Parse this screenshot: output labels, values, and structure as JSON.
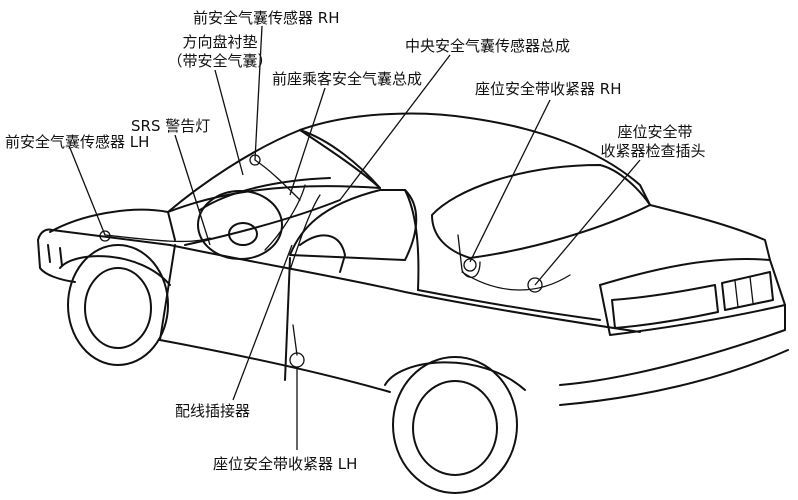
{
  "labels": {
    "front_sensor_rh": "前安全气囊传感器 RH",
    "steering_pad_1": "方向盘衬垫",
    "steering_pad_2": "（带安全气囊）",
    "passenger_airbag": "前座乘客安全气囊总成",
    "center_sensor": "中央安全气囊传感器总成",
    "srs_light": "SRS 警告灯",
    "front_sensor_lh": "前安全气囊传感器 LH",
    "retractor_rh": "座位安全带收紧器 RH",
    "check_connector_1": "座位安全带",
    "check_connector_2": "收紧器检查插头",
    "wiring_connector": "配线插接器",
    "retractor_lh": "座位安全带收紧器 LH"
  }
}
